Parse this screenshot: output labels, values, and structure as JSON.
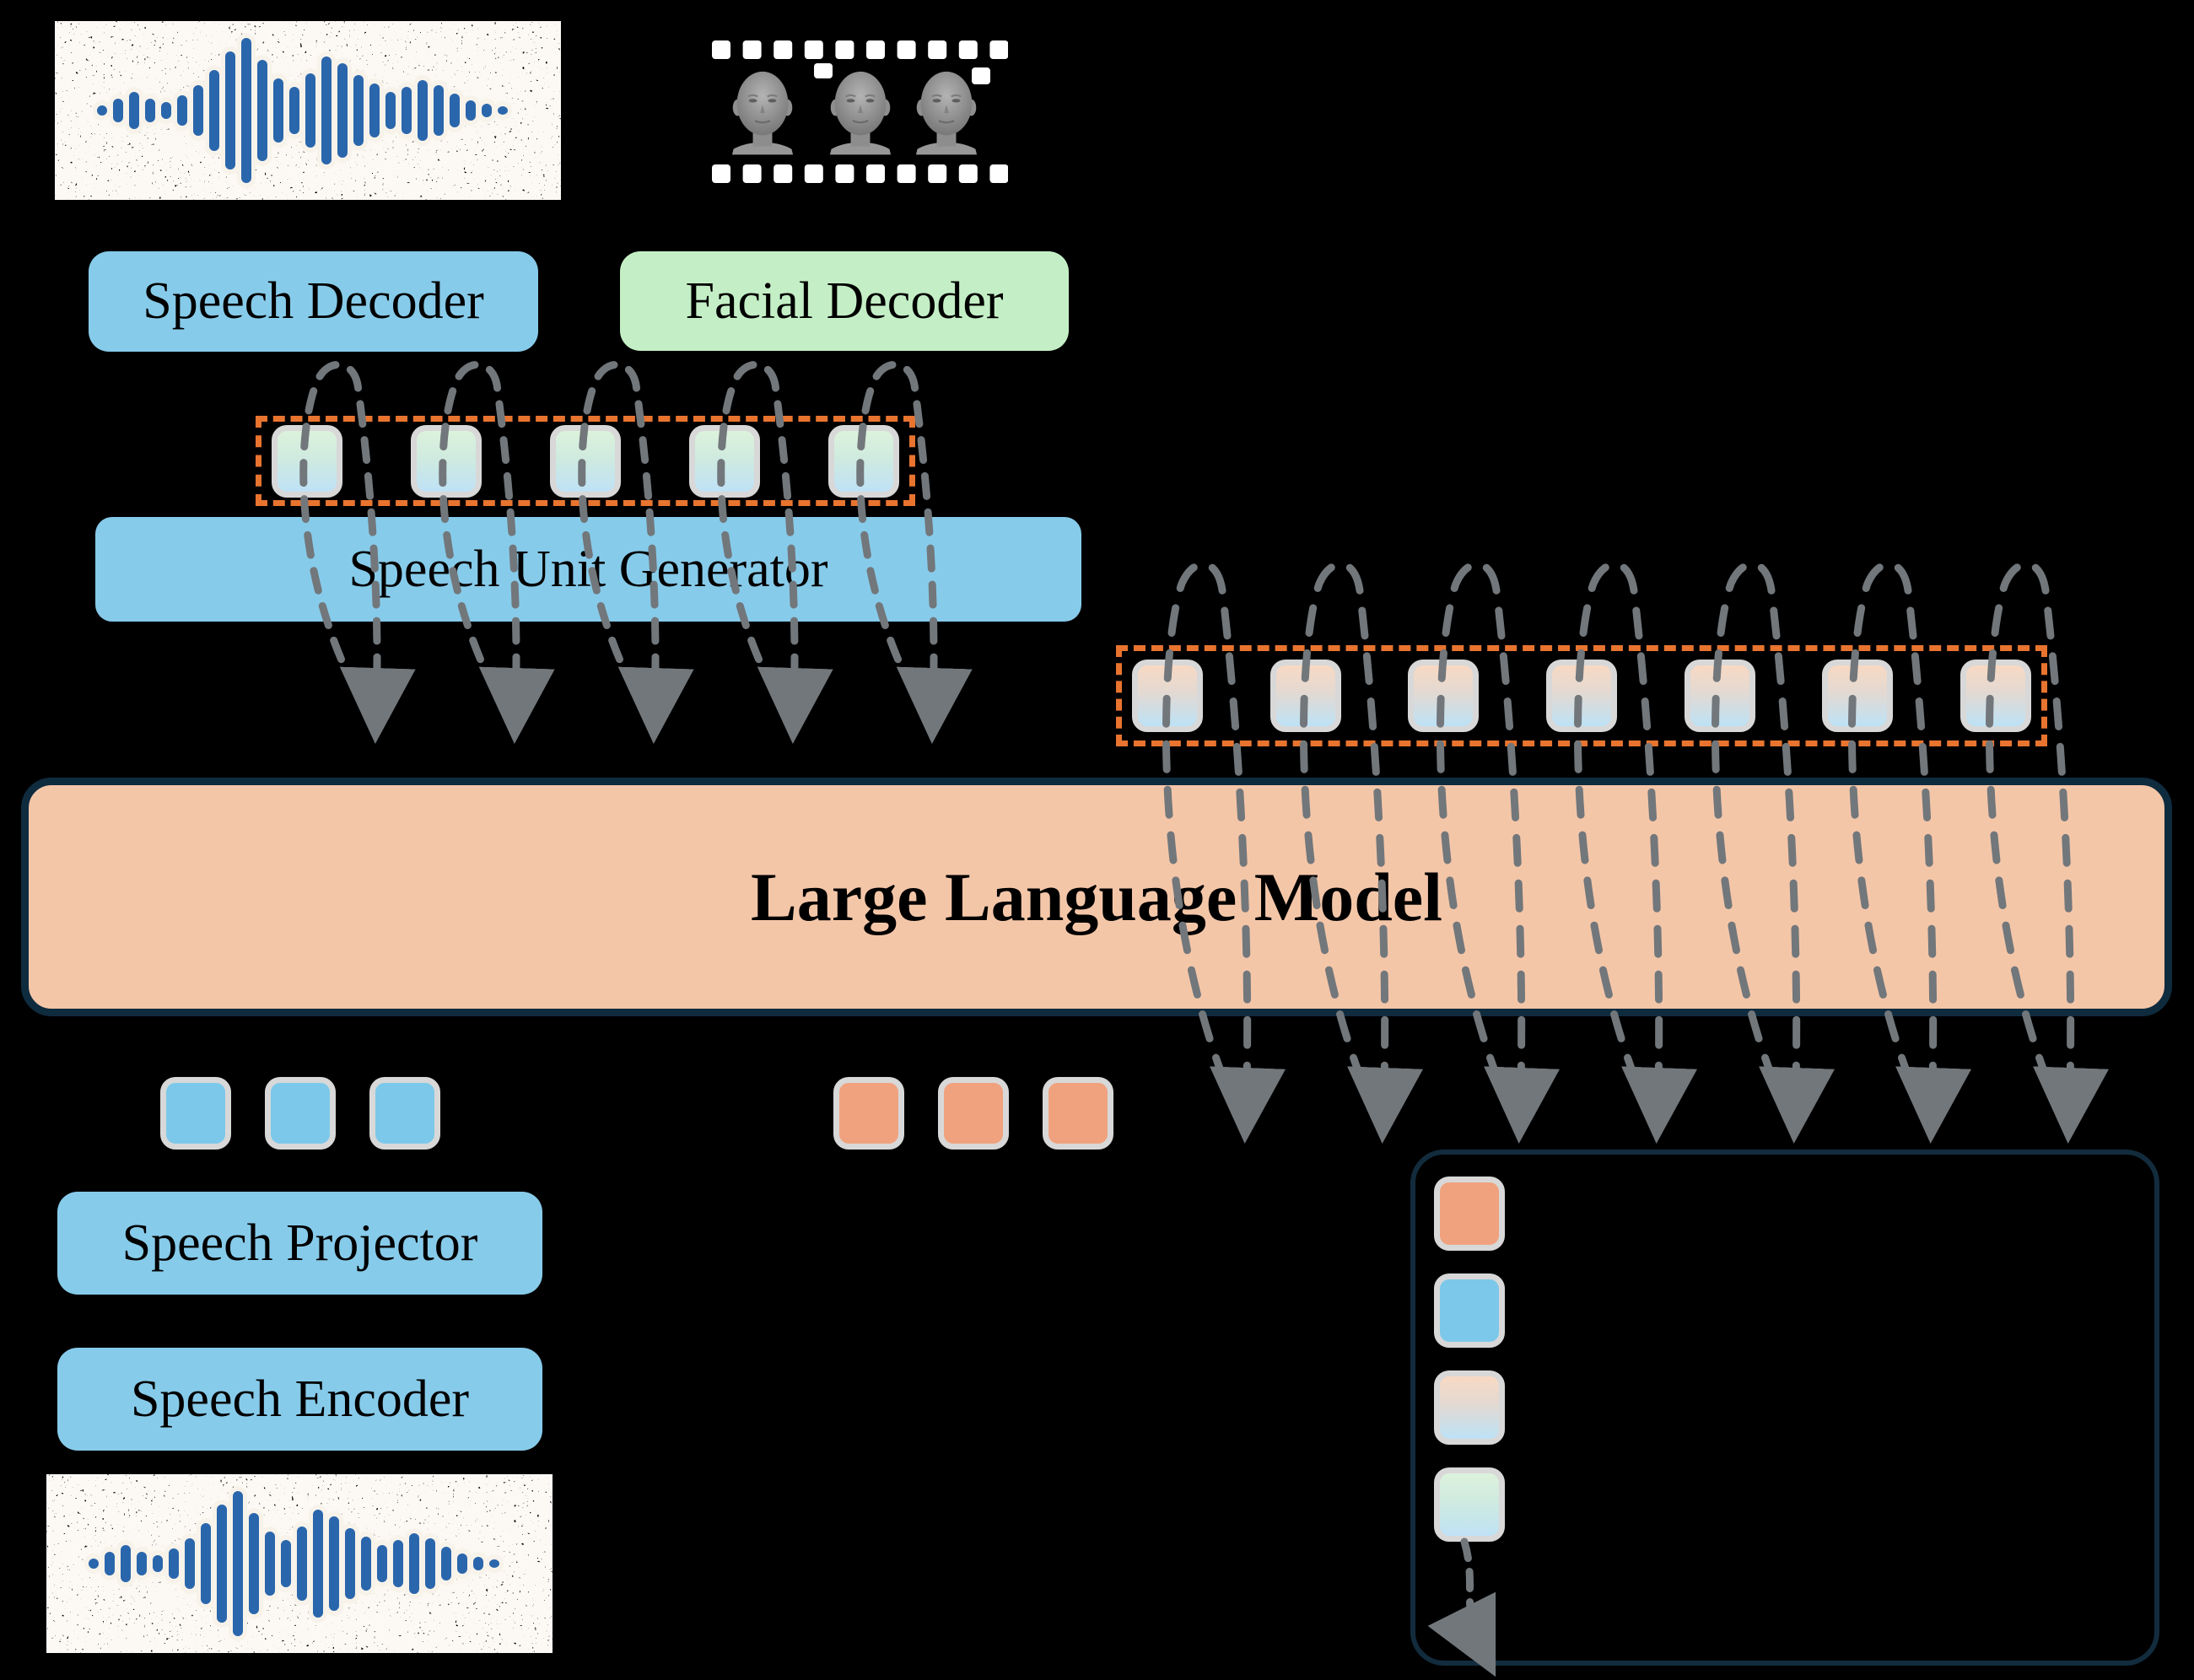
{
  "diagram": {
    "type": "speech-llm-architecture",
    "modules": {
      "speech_decoder": "Speech Decoder",
      "facial_decoder": "Facial Decoder",
      "speech_unit_generator": "Speech Unit Generator",
      "large_language_model": "Large Language Model",
      "speech_projector": "Speech Projector",
      "speech_encoder": "Speech Encoder"
    },
    "token_rows": {
      "speech_unit_tokens": {
        "count": 5,
        "style": "g-green",
        "name": "speech-unit-token"
      },
      "generated_tokens": {
        "count": 7,
        "style": "g-peach",
        "name": "generated-token"
      },
      "speech_embedding_tokens": {
        "count": 3,
        "style": "s-blue",
        "name": "speech-embedding-token"
      },
      "text_tokens": {
        "count": 3,
        "style": "s-orange",
        "name": "text-token"
      }
    },
    "legend": {
      "swatches": [
        {
          "style": "s-orange"
        },
        {
          "style": "s-blue"
        },
        {
          "style": "g-peach"
        },
        {
          "style": "g-green"
        }
      ],
      "arrow": "dashed-flow-arrow"
    },
    "icons": {
      "waveform_top": "noisy-speech-waveform",
      "waveform_bottom": "noisy-speech-waveform",
      "film_strip": "talking-head-video-frames"
    },
    "colors": {
      "module_blue": "#87cbea",
      "module_green": "#c4efc6",
      "llm_peach": "#f4c6a8",
      "outline_navy": "#0f2b3e",
      "token_border": "#d8d8d8",
      "token_blue": "#7cc8ea",
      "token_orange": "#f0a27e",
      "token_grad_green_top": "#dcf2dc",
      "token_grad_peach_top": "#f8d9c3",
      "token_grad_blue_bottom": "#bfe2f6",
      "dashed_box_orange": "#e8742f",
      "dashed_arrow_gray": "#72777b",
      "waveform_blue": "#2a66ac"
    }
  }
}
